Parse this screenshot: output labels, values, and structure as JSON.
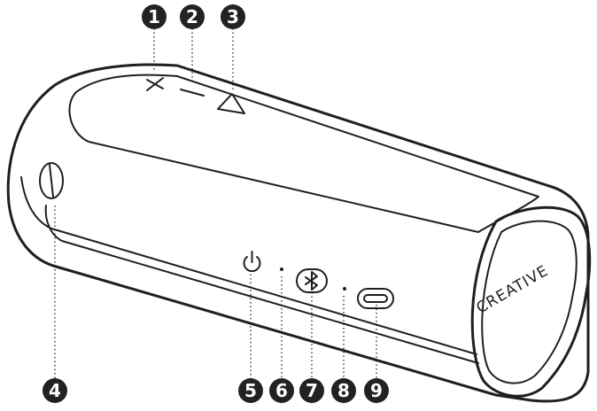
{
  "callouts": [
    {
      "number": "1",
      "part": "volume-down"
    },
    {
      "number": "2",
      "part": "volume-up"
    },
    {
      "number": "3",
      "part": "play-pause"
    },
    {
      "number": "4",
      "part": "lanyard-slot"
    },
    {
      "number": "5",
      "part": "power-button"
    },
    {
      "number": "6",
      "part": "microphone"
    },
    {
      "number": "7",
      "part": "bluetooth-button"
    },
    {
      "number": "8",
      "part": "led-indicator"
    },
    {
      "number": "9",
      "part": "usb-c-port"
    }
  ],
  "brand": {
    "label": "CREATIVE"
  },
  "colors": {
    "line": "#1f1f1f",
    "callout_fill": "#222222",
    "callout_text": "#ffffff",
    "background": "#ffffff"
  }
}
